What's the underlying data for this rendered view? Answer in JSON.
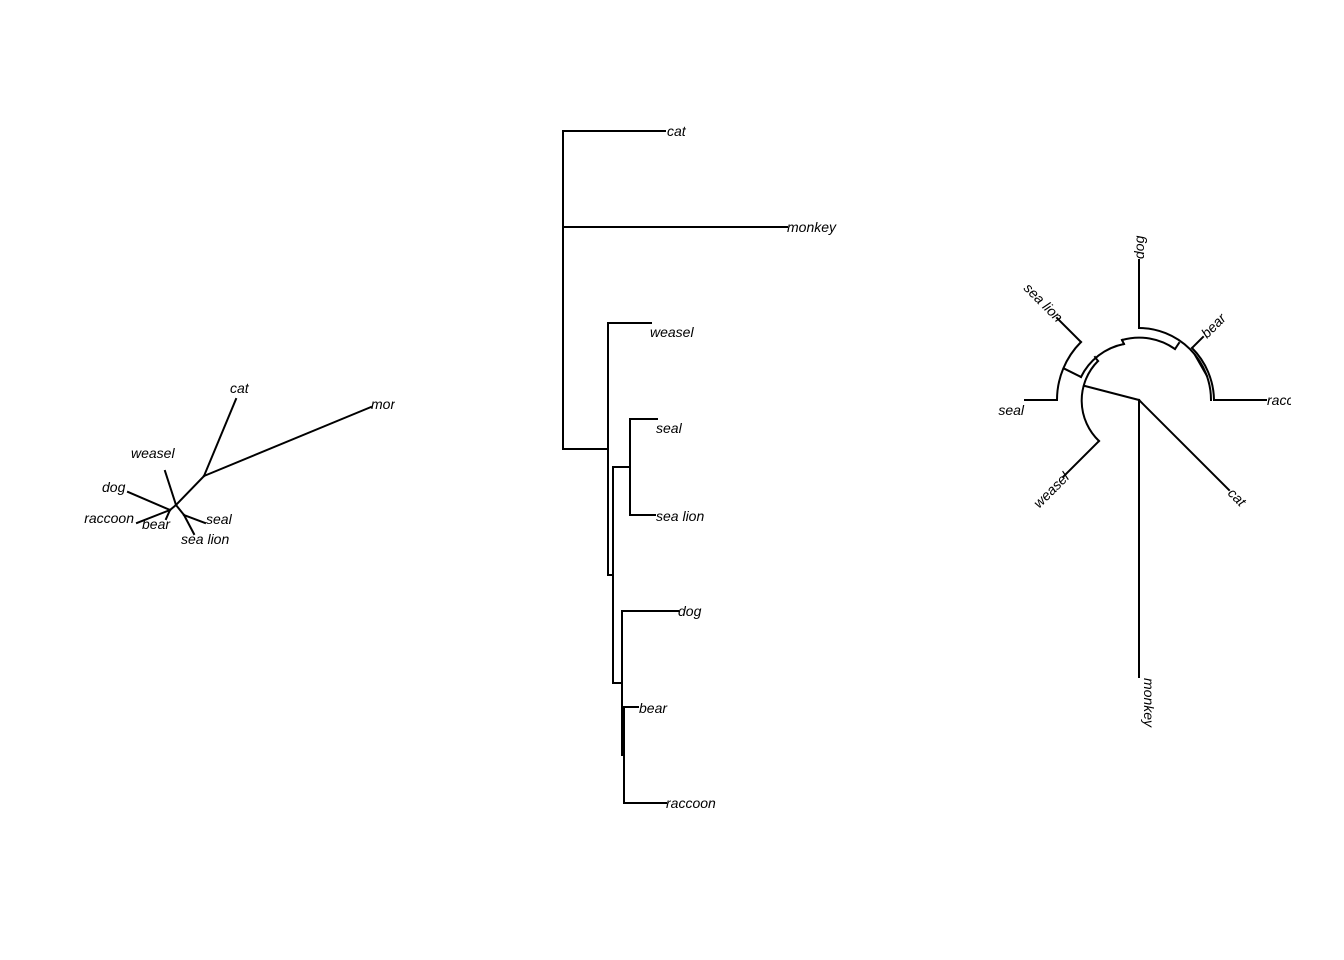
{
  "unrooted": {
    "tips": {
      "cat": "cat",
      "monkey": "monkey",
      "weasel": "weasel",
      "dog": "dog",
      "raccoon": "raccoon",
      "bear": "bear",
      "seal": "seal",
      "sea_lion": "sea lion"
    }
  },
  "rectangular": {
    "tips": {
      "cat": "cat",
      "monkey": "monkey",
      "weasel": "weasel",
      "seal": "seal",
      "sea_lion": "sea lion",
      "dog": "dog",
      "bear": "bear",
      "raccoon": "raccoon"
    }
  },
  "circular": {
    "tips": {
      "dog": "dog",
      "bear": "bear",
      "raccoon": "raccoon",
      "cat": "cat",
      "monkey": "monkey",
      "weasel": "weasel",
      "seal": "seal",
      "sea_lion": "sea lion"
    }
  }
}
